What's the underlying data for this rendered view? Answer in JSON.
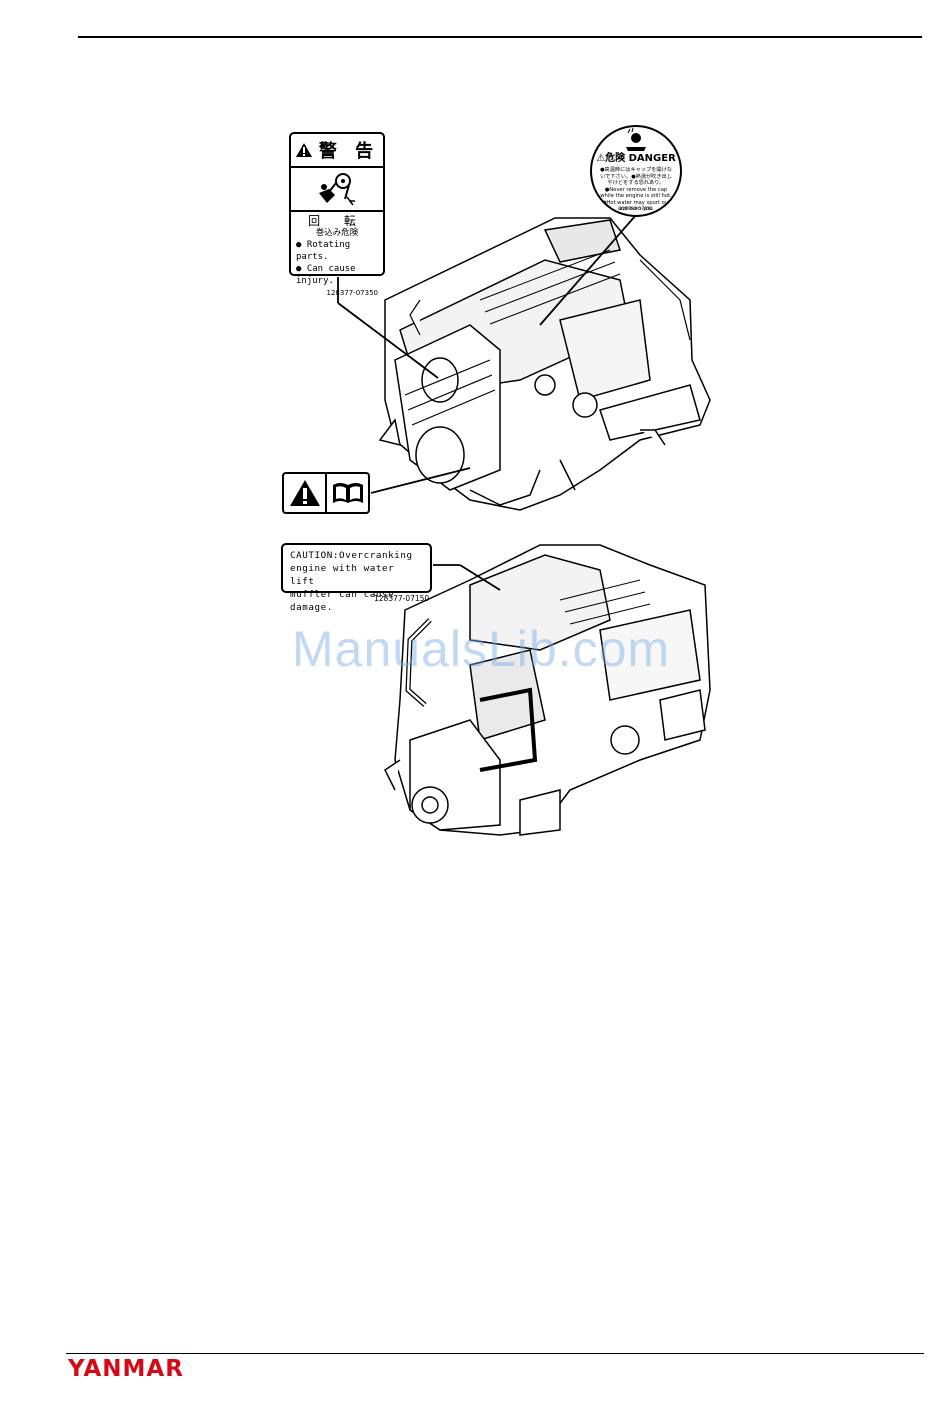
{
  "warning_label": {
    "heading": "警 告",
    "title_jp": "回 転",
    "subtitle_jp": "巻込み危険",
    "line1": "● Rotating parts.",
    "line2": "● Can cause injury.",
    "code": "128377-07350"
  },
  "danger_label": {
    "title": "⚠危険 DANGER",
    "text": "●高温時にはキャップを開けないで下さい。●熱湯が吹き出しやけどをする恐れあり。●Never remove the cap while the engine is still hot. ●Hot water may spurt out and burn you.",
    "code": "128990-07830"
  },
  "caution_label": {
    "line1": "CAUTION:Overcranking",
    "line2": "engine with water lift",
    "line3": "muffler can cause damage.",
    "code": "128377-07150"
  },
  "watermark": "ManualsLib.com",
  "footer": {
    "brand": "YANMAR"
  },
  "colors": {
    "brand": "#d50a18",
    "watermark": "#78aae6"
  }
}
